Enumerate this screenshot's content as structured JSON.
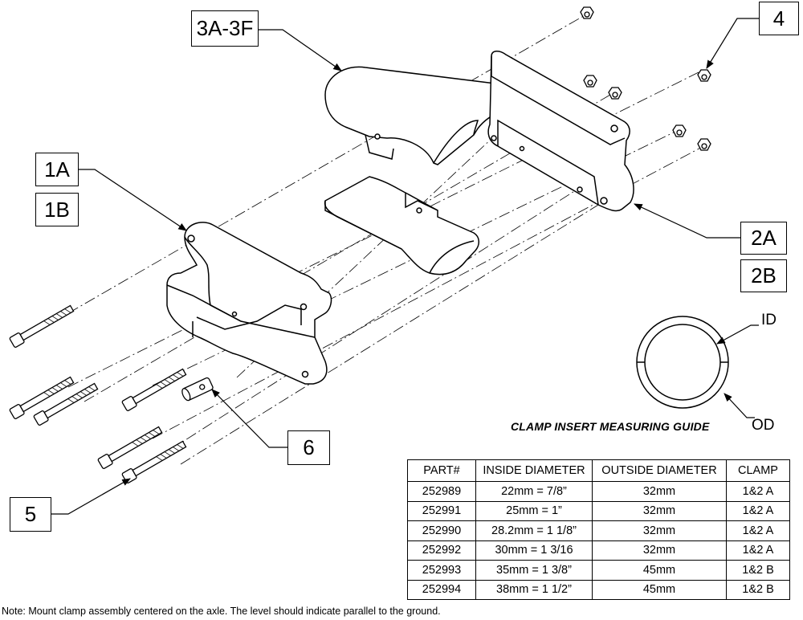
{
  "callouts": {
    "c3a3f": "3A-3F",
    "c4": "4",
    "c1a": "1A",
    "c1b": "1B",
    "c2a": "2A",
    "c2b": "2B",
    "c5": "5",
    "c6": "6"
  },
  "guide": {
    "title": "CLAMP INSERT MEASURING GUIDE",
    "id_label": "ID",
    "od_label": "OD"
  },
  "table": {
    "headers": [
      "PART#",
      "INSIDE DIAMETER",
      "OUTSIDE DIAMETER",
      "CLAMP"
    ],
    "rows": [
      [
        "252989",
        "22mm = 7/8”",
        "32mm",
        "1&2 A"
      ],
      [
        "252991",
        "25mm = 1”",
        "32mm",
        "1&2 A"
      ],
      [
        "252990",
        "28.2mm = 1 1/8”",
        "32mm",
        "1&2 A"
      ],
      [
        "252992",
        "30mm = 1 3/16",
        "32mm",
        "1&2 A"
      ],
      [
        "252993",
        "35mm = 1 3/8”",
        "45mm",
        "1&2 B"
      ],
      [
        "252994",
        "38mm = 1 1/2”",
        "45mm",
        "1&2 B"
      ]
    ]
  },
  "footer_note": "Note: Mount clamp assembly centered on the axle. The level should indicate parallel to the ground."
}
